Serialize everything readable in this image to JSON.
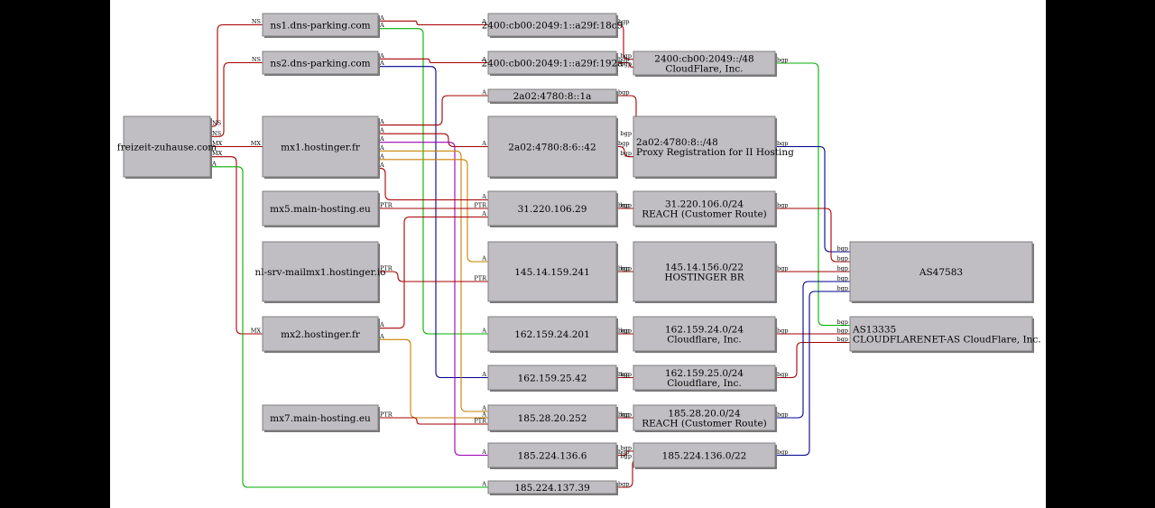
{
  "colors": {
    "background": "#ffffff",
    "frame": "#000000",
    "node_fill": "#c0bec2",
    "edge_red": "#a50000",
    "edge_green": "#00b000",
    "edge_blue": "#000090",
    "edge_purple": "#9a00b0",
    "edge_orange": "#c78200"
  },
  "nodes": [
    {
      "id": "domain",
      "lines": [
        "freizeit-zuhause.com"
      ]
    },
    {
      "id": "ns1",
      "lines": [
        "ns1.dns-parking.com"
      ]
    },
    {
      "id": "ns2",
      "lines": [
        "ns2.dns-parking.com"
      ]
    },
    {
      "id": "mx1",
      "lines": [
        "mx1.hostinger.fr"
      ]
    },
    {
      "id": "mx5",
      "lines": [
        "mx5.main-hosting.eu"
      ]
    },
    {
      "id": "nlsrv",
      "lines": [
        "nl-srv-mailmx1.hostinger.io"
      ]
    },
    {
      "id": "mx2",
      "lines": [
        "mx2.hostinger.fr"
      ]
    },
    {
      "id": "mx7",
      "lines": [
        "mx7.main-hosting.eu"
      ]
    },
    {
      "id": "ip6a",
      "lines": [
        "2400:cb00:2049:1::a29f:18c9"
      ]
    },
    {
      "id": "ip6b",
      "lines": [
        "2400:cb00:2049:1::a29f:192a"
      ]
    },
    {
      "id": "ip6c",
      "lines": [
        "2a02:4780:8::1a"
      ]
    },
    {
      "id": "ip6d",
      "lines": [
        "2a02:4780:8:6::42"
      ]
    },
    {
      "id": "ip4a",
      "lines": [
        "31.220.106.29"
      ]
    },
    {
      "id": "ip4b",
      "lines": [
        "145.14.159.241"
      ]
    },
    {
      "id": "ip4c",
      "lines": [
        "162.159.24.201"
      ]
    },
    {
      "id": "ip4d",
      "lines": [
        "162.159.25.42"
      ]
    },
    {
      "id": "ip4e",
      "lines": [
        "185.28.20.252"
      ]
    },
    {
      "id": "ip4f",
      "lines": [
        "185.224.136.6"
      ]
    },
    {
      "id": "ip4g",
      "lines": [
        "185.224.137.39"
      ]
    },
    {
      "id": "pfx1",
      "lines": [
        "2400:cb00:2049::/48",
        "CloudFlare, Inc."
      ]
    },
    {
      "id": "pfx2",
      "lines": [
        "2a02:4780:8::/48",
        "Proxy Registration for II Hosting"
      ]
    },
    {
      "id": "pfx3",
      "lines": [
        "31.220.106.0/24",
        "REACH (Customer Route)"
      ]
    },
    {
      "id": "pfx4",
      "lines": [
        "145.14.156.0/22",
        "HOSTINGER BR"
      ]
    },
    {
      "id": "pfx5",
      "lines": [
        "162.159.24.0/24",
        "Cloudflare, Inc."
      ]
    },
    {
      "id": "pfx6",
      "lines": [
        "162.159.25.0/24",
        "Cloudflare, Inc."
      ]
    },
    {
      "id": "pfx7",
      "lines": [
        "185.28.20.0/24",
        "REACH (Customer Route)"
      ]
    },
    {
      "id": "pfx8",
      "lines": [
        "185.224.136.0/22"
      ]
    },
    {
      "id": "as1",
      "lines": [
        "AS47583"
      ]
    },
    {
      "id": "as2",
      "lines": [
        "AS13335",
        "CLOUDFLARENET-AS CloudFlare, Inc."
      ]
    }
  ],
  "edges": [
    {
      "from": "domain",
      "to": "ns1",
      "label": "NS",
      "color": "#a50000"
    },
    {
      "from": "domain",
      "to": "ns2",
      "label": "NS",
      "color": "#a50000"
    },
    {
      "from": "domain",
      "to": "mx1",
      "label": "MX",
      "color": "#a50000"
    },
    {
      "from": "domain",
      "to": "mx2",
      "label": "MX",
      "color": "#a50000"
    },
    {
      "from": "domain",
      "to": "ip4g",
      "label": "A",
      "color": "#00b000"
    },
    {
      "from": "ns1",
      "to": "ip6a",
      "label": "A",
      "color": "#a50000"
    },
    {
      "from": "ns1",
      "to": "ip4c",
      "label": "A",
      "color": "#00b000"
    },
    {
      "from": "ns2",
      "to": "ip6b",
      "label": "A",
      "color": "#a50000"
    },
    {
      "from": "ns2",
      "to": "ip4d",
      "label": "A",
      "color": "#000090"
    },
    {
      "from": "mx1",
      "to": "ip6c",
      "label": "A",
      "color": "#a50000"
    },
    {
      "from": "mx1",
      "to": "ip6d",
      "label": "A",
      "color": "#a50000"
    },
    {
      "from": "mx1",
      "to": "ip4f",
      "label": "A",
      "color": "#9a00b0"
    },
    {
      "from": "mx1",
      "to": "ip4e",
      "label": "A",
      "color": "#c78200"
    },
    {
      "from": "mx1",
      "to": "ip4b",
      "label": "A",
      "color": "#c78200"
    },
    {
      "from": "mx1",
      "to": "ip4a",
      "label": "A",
      "color": "#a50000"
    },
    {
      "from": "mx5",
      "to": "ip4a",
      "label": "PTR",
      "color": "#a50000"
    },
    {
      "from": "nlsrv",
      "to": "ip4b",
      "label": "PTR",
      "color": "#a50000"
    },
    {
      "from": "mx2",
      "to": "ip4a",
      "label": "A",
      "color": "#a50000"
    },
    {
      "from": "mx2",
      "to": "ip4e",
      "label": "A",
      "color": "#c78200"
    },
    {
      "from": "mx7",
      "to": "ip4e",
      "label": "PTR",
      "color": "#a50000"
    },
    {
      "from": "ip6a",
      "to": "pfx1",
      "label": "bgp",
      "color": "#a50000"
    },
    {
      "from": "ip6b",
      "to": "pfx1",
      "label": "bgp",
      "color": "#a50000"
    },
    {
      "from": "ip6c",
      "to": "pfx2",
      "label": "bgp",
      "color": "#a50000"
    },
    {
      "from": "ip6d",
      "to": "pfx2",
      "label": "bgp",
      "color": "#a50000"
    },
    {
      "from": "ip4a",
      "to": "pfx3",
      "label": "bgp",
      "color": "#a50000"
    },
    {
      "from": "ip4b",
      "to": "pfx4",
      "label": "bgp",
      "color": "#a50000"
    },
    {
      "from": "ip4c",
      "to": "pfx5",
      "label": "bgp",
      "color": "#a50000"
    },
    {
      "from": "ip4d",
      "to": "pfx6",
      "label": "bgp",
      "color": "#a50000"
    },
    {
      "from": "ip4e",
      "to": "pfx7",
      "label": "bgp",
      "color": "#a50000"
    },
    {
      "from": "ip4f",
      "to": "pfx8",
      "label": "bgp",
      "color": "#a50000"
    },
    {
      "from": "ip4g",
      "to": "pfx8",
      "label": "bgp",
      "color": "#a50000"
    },
    {
      "from": "pfx1",
      "to": "as2",
      "label": "bgp",
      "color": "#00b000"
    },
    {
      "from": "pfx2",
      "to": "as1",
      "label": "bgp",
      "color": "#000090"
    },
    {
      "from": "pfx3",
      "to": "as1",
      "label": "bgp",
      "color": "#a50000"
    },
    {
      "from": "pfx4",
      "to": "as1",
      "label": "bgp",
      "color": "#a50000"
    },
    {
      "from": "pfx5",
      "to": "as2",
      "label": "bgp",
      "color": "#a50000"
    },
    {
      "from": "pfx6",
      "to": "as2",
      "label": "bgp",
      "color": "#a50000"
    },
    {
      "from": "pfx7",
      "to": "as1",
      "label": "bgp",
      "color": "#000090"
    },
    {
      "from": "pfx8",
      "to": "as1",
      "label": "bgp",
      "color": "#000090"
    }
  ]
}
